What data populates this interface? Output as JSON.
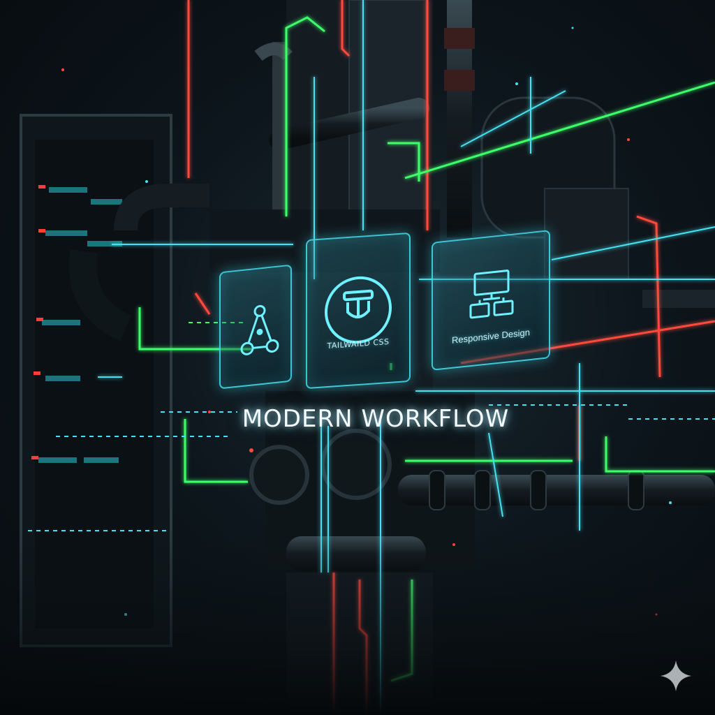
{
  "scene": {
    "headline": "MODERN WORKFLOW",
    "cards": [
      {
        "icon": "node-graph-icon",
        "caption": ""
      },
      {
        "icon": "tailwind-logo-icon",
        "caption": "TAILWAILD CSS"
      },
      {
        "icon": "devices-icon",
        "caption": "Responsive Design"
      }
    ],
    "watermark_icon": "sparkle-icon"
  },
  "colors": {
    "background": "#080d12",
    "neon_cyan": "#46e1f0",
    "neon_green": "#3dff6a",
    "neon_red": "#ff4a3d",
    "pipe": "#1a2126",
    "headline_text": "#f2fbff"
  }
}
